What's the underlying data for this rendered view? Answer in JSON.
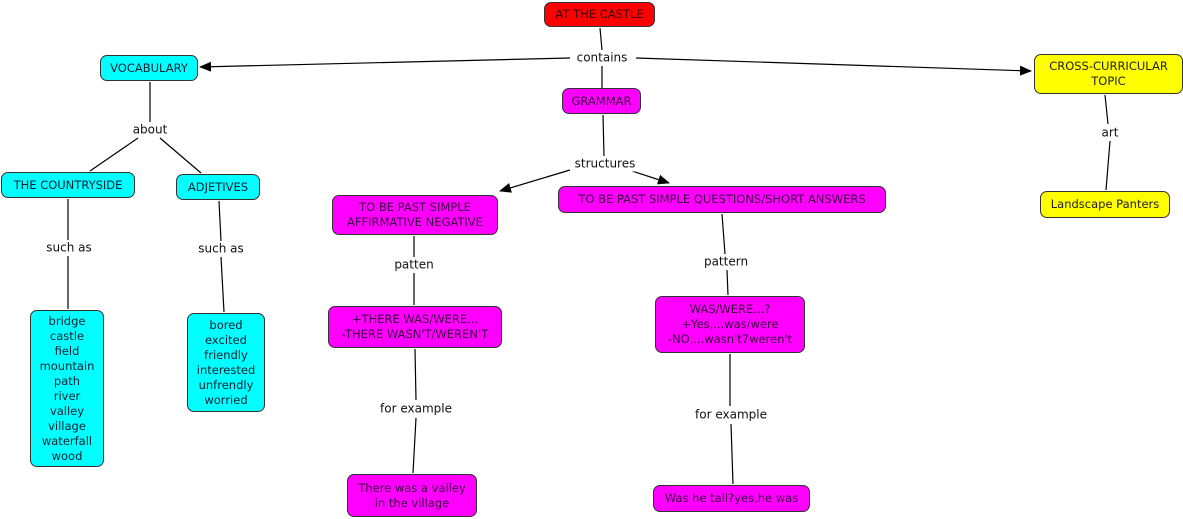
{
  "colors": {
    "root": "#ff0000",
    "vocabulary": "#00ffff",
    "grammar": "#ff00ff",
    "cross_curricular": "#ffff00",
    "line": "#000000"
  },
  "nodes": {
    "root": {
      "lines": [
        "AT THE CASTLE"
      ]
    },
    "vocabulary": {
      "lines": [
        "VOCABULARY"
      ]
    },
    "grammar": {
      "lines": [
        "GRAMMAR"
      ]
    },
    "cross": {
      "lines": [
        "CROSS-CURRICULAR",
        "TOPIC"
      ]
    },
    "countryside": {
      "lines": [
        "THE COUNTRYSIDE"
      ]
    },
    "adjetives": {
      "lines": [
        "ADJETIVES"
      ]
    },
    "countryside_list": {
      "lines": [
        "bridge",
        "castle",
        "field",
        "mountain",
        "path",
        "river",
        "valley",
        "village",
        "waterfall",
        "wood"
      ]
    },
    "adjetives_list": {
      "lines": [
        "bored",
        "excited",
        "friendly",
        "interested",
        "unfrendly",
        "worried"
      ]
    },
    "affirmative": {
      "lines": [
        "TO BE PAST SIMPLE",
        "AFFIRMATIVE NEGATIVE"
      ]
    },
    "questions": {
      "lines": [
        "TO BE PAST SIMPLE QUESTIONS/SHORT ANSWERS"
      ]
    },
    "there_was": {
      "lines": [
        "+THERE WAS/WERE...",
        "-THERE WASN'T/WEREN'T"
      ]
    },
    "was_were": {
      "lines": [
        "WAS/WERE...?",
        "+Yes,...was/were",
        "-NO,...wasn't7weren't"
      ]
    },
    "example1": {
      "lines": [
        "There was a valley",
        "in the village"
      ]
    },
    "example2": {
      "lines": [
        "Was he tall?yes,he was"
      ]
    },
    "landscape": {
      "lines": [
        "Landscape Panters"
      ]
    }
  },
  "links": {
    "contains": "contains",
    "about": "about",
    "such_as_1": "such as",
    "such_as_2": "such as",
    "structures": "structures",
    "patten": "patten",
    "pattern": "pattern",
    "for_example_1": "for example",
    "for_example_2": "for example",
    "art": "art"
  }
}
